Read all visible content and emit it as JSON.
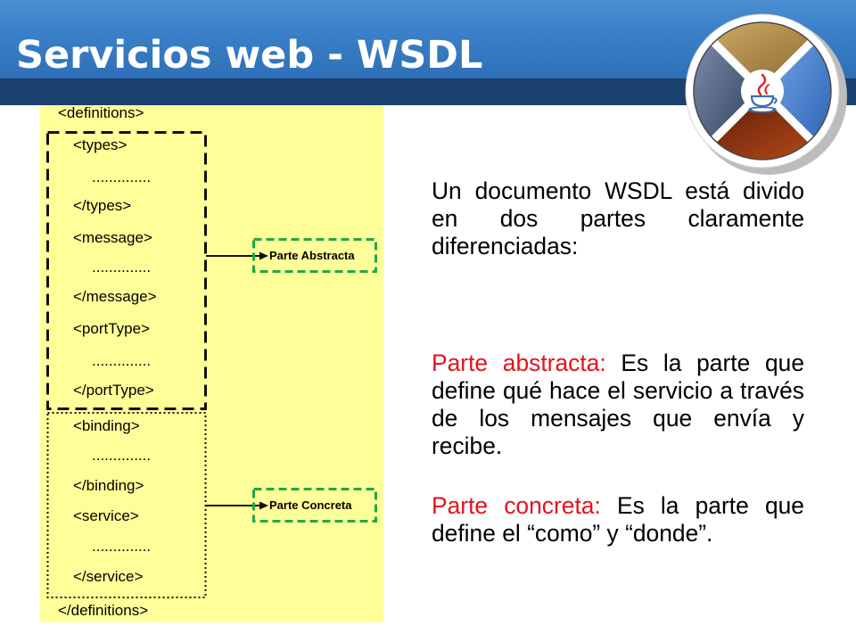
{
  "slide": {
    "title": "Servicios web - WSDL"
  },
  "code": {
    "lines": [
      "<definitions>",
      "<types>",
      "..............",
      "</types>",
      "<message>",
      "..............",
      "</message>",
      "<portType>",
      "..............",
      "</portType>",
      "<binding>",
      "..............",
      "</binding>",
      "<service>",
      "..............",
      "</service>",
      "</definitions>"
    ]
  },
  "callouts": {
    "abstract": "Parte Abstracta",
    "concrete": "Parte Concreta"
  },
  "body": {
    "intro": "Un documento WSDL está divido en dos partes claramente diferenciadas:",
    "abstract_term": "Parte abstracta:",
    "abstract_text": "Es la parte que define qué hace el servicio a través de los mensajes que envía y recibe.",
    "concrete_term": "Parte concreta:",
    "concrete_text": "Es la parte que define el “como” y “donde”."
  },
  "logo": {
    "icon": "java-cup-icon"
  },
  "theme": {
    "header_blue": "#3a7fc7",
    "header_navy": "#1b416f",
    "panel_yellow": "#ffff99",
    "term_red": "#e3131b",
    "callout_green": "#22a845"
  }
}
